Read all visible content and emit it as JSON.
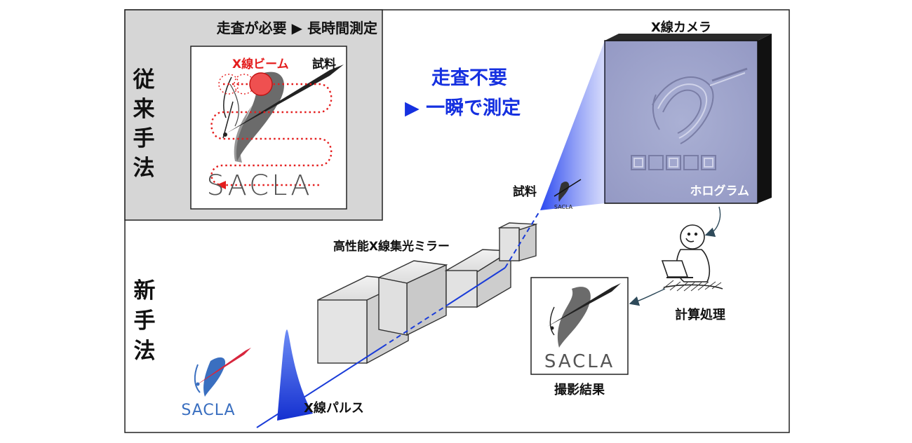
{
  "old_method": {
    "side_label": [
      "従",
      "来",
      "手",
      "法"
    ],
    "header": "走査が必要 ▶ 長時間測定",
    "beam_label": "X線ビーム",
    "sample_label": "試料",
    "logo_text": "SACLA"
  },
  "new_method": {
    "side_label": [
      "新",
      "手",
      "法"
    ],
    "headline_line1": "走査不要",
    "headline_line2": "▶ 一瞬で測定",
    "camera_label": "X線カメラ",
    "hologram_label": "ホログラム",
    "sample_label": "試料",
    "mirror_label": "高性能X線集光ミラー",
    "pulse_label": "X線パルス",
    "computation_label": "計算処理",
    "result_label": "撮影結果",
    "sample_logo_text": "SACLA",
    "result_logo_text": "SACLA",
    "corner_logo_text": "SACLA"
  },
  "colors": {
    "beam_blue": "#1a3cd8",
    "headline_blue": "#1530e0",
    "scan_red": "#e41e1e",
    "panel_gray": "#d6d6d6",
    "camera_gray": "#9da0c8",
    "logo_text_blue": "#3a6fc0"
  }
}
